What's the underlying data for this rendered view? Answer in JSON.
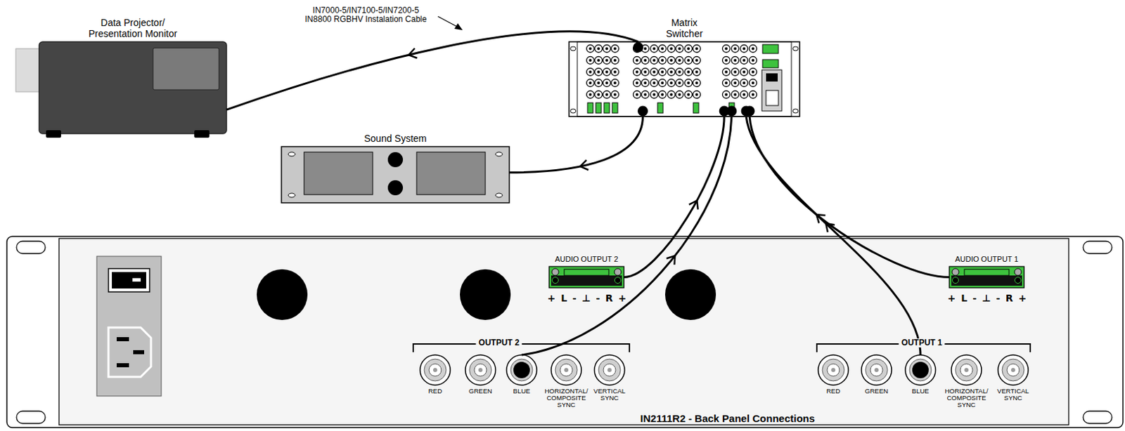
{
  "diagram": {
    "nodes": [
      {
        "text": [
          "Data Projector/ Presentation Monitor"
        ]
      },
      {
        "text": [
          "Matrix Switcher"
        ]
      },
      {
        "text": [
          "Sound System"
        ]
      },
      {
        "text": [
          "IN2111R2 - Back Panel Connections"
        ]
      },
      {
        "text": [
          "AUDIO OUTPUT 2"
        ],
        "in": 3
      },
      {
        "text": [
          "BLUE"
        ],
        "in": 3
      },
      {
        "text": [
          "AUDIO OUTPUT 1"
        ],
        "in": 3
      },
      {
        "text": [
          "BLUE"
        ],
        "in": 3
      }
    ],
    "edges": [
      {
        "from": 5,
        "to": 1,
        "arrow": "to"
      },
      {
        "from": 4,
        "to": 1,
        "arrow": "to"
      },
      {
        "from": 7,
        "to": 1,
        "arrow": "to"
      },
      {
        "from": 6,
        "to": 1,
        "arrow": "to"
      },
      {
        "from": 1,
        "to": 0,
        "arrow": "to"
      },
      {
        "from": 1,
        "to": 2,
        "arrow": "to"
      }
    ],
    "labels": [
      "IN7000-5/IN7100-5/IN7200-5 IN8800 RGBHV Instalation Cable",
      "OUTPUT 2",
      "RED",
      "GREEN",
      "HORIZONTAL/ COMPOSITE SYNC",
      "VERTICAL SYNC",
      "+ L - ⊥ - R +",
      "OUTPUT 1",
      "RED",
      "GREEN",
      "HORIZONTAL/ COMPOSITE SYNC",
      "VERTICAL SYNC",
      "+ L - ⊥ - R +"
    ]
  }
}
